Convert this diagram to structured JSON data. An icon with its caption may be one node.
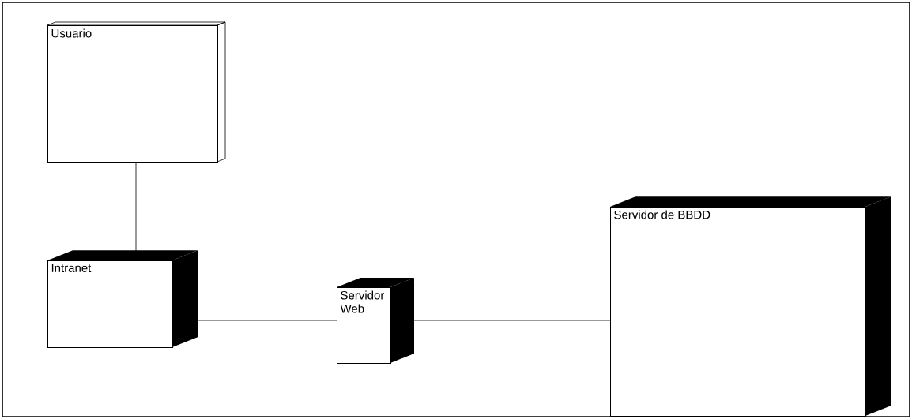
{
  "diagram": {
    "nodes": [
      {
        "text": [
          "Usuario"
        ]
      },
      {
        "text": [
          "Intranet"
        ]
      },
      {
        "text": [
          "Servidor Web"
        ]
      },
      {
        "text": [
          "Servidor de BBDD"
        ]
      }
    ],
    "edges": [
      {
        "from": 0,
        "to": 1,
        "arrow": "none"
      },
      {
        "from": 1,
        "to": 2,
        "arrow": "none"
      },
      {
        "from": 2,
        "to": 3,
        "arrow": "none"
      }
    ]
  }
}
